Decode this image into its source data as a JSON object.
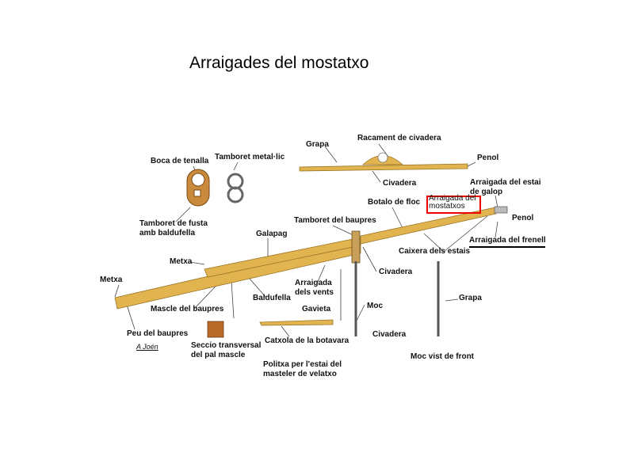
{
  "title": "Arraigades del mostatxo",
  "labels": {
    "grapa_top": "Grapa",
    "racament": "Racament de civadera",
    "penol_top": "Penol",
    "civadera_top": "Civadera",
    "estai_galop_1": "Arraigada del estai",
    "estai_galop_2": "de galop",
    "botalo": "Botalo de floc",
    "mostatxos_1": "Arraigada del",
    "mostatxos_2": "mostatxos",
    "penol": "Penol",
    "frenell": "Arraigada del frenell",
    "caixera": "Caixera dels estais",
    "civadera_mid": "Civadera",
    "moc": "Moc",
    "civadera_low": "Civadera",
    "grapa_right": "Grapa",
    "moc_front": "Moc vist de front",
    "boca": "Boca de tenalla",
    "tamb_metal": "Tamboret metal·lic",
    "tamb_fusta_1": "Tamboret de fusta",
    "tamb_fusta_2": "amb baldufella",
    "galapag": "Galapag",
    "metxa_1": "Metxa",
    "metxa_2": "Metxa",
    "tamb_baupres": "Tamboret del baupres",
    "vents_1": "Arraigada",
    "vents_2": "dels vents",
    "baldufella": "Baldufella",
    "mascle": "Mascle del baupres",
    "peu": "Peu del baupres",
    "seccio_1": "Seccio transversal",
    "seccio_2": "del pal mascle",
    "signature": "A Joén",
    "gavieta": "Gavieta",
    "catxola": "Catxola de la botavara",
    "politxa_1": "Politxa per l'estai del",
    "politxa_2": "masteler de velatxo"
  },
  "colors": {
    "wood": "#e2b450",
    "wood_dark": "#b88a2c",
    "highlight": "#e00000"
  }
}
